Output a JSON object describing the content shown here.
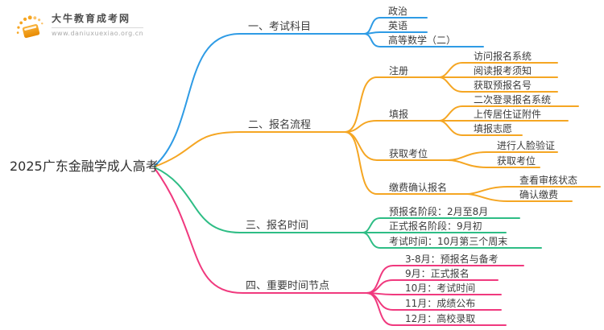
{
  "logo": {
    "title": "大牛教育成考网",
    "url": "www.daniuxuexiao.org.cn"
  },
  "root": {
    "label": "2025广东金融学成人高考"
  },
  "colors": {
    "branch_exam_subjects": "#2E9BE5",
    "branch_registration_process": "#F5A623",
    "branch_registration_time": "#2EBD85",
    "branch_key_dates": "#F0397E",
    "text": "#3C3C3C"
  },
  "branches": [
    {
      "label": "一、考试科目",
      "children": [
        {
          "label": "政治"
        },
        {
          "label": "英语"
        },
        {
          "label": "高等数学（二）"
        }
      ]
    },
    {
      "label": "二、报名流程",
      "children": [
        {
          "label": "注册",
          "children": [
            {
              "label": "访问报名系统"
            },
            {
              "label": "阅读报考须知"
            },
            {
              "label": "获取预报名号"
            }
          ]
        },
        {
          "label": "填报",
          "children": [
            {
              "label": "二次登录报名系统"
            },
            {
              "label": "上传居住证附件"
            },
            {
              "label": "填报志愿"
            }
          ]
        },
        {
          "label": "获取考位",
          "children": [
            {
              "label": "进行人脸验证"
            },
            {
              "label": "获取考位"
            }
          ]
        },
        {
          "label": "缴费确认报名",
          "children": [
            {
              "label": "查看审核状态"
            },
            {
              "label": "确认缴费"
            }
          ]
        }
      ]
    },
    {
      "label": "三、报名时间",
      "children": [
        {
          "label": "预报名阶段：2月至8月"
        },
        {
          "label": "正式报名阶段：9月初"
        },
        {
          "label": "考试时间：10月第三个周末"
        }
      ]
    },
    {
      "label": "四、重要时间节点",
      "children": [
        {
          "label": "3-8月：预报名与备考"
        },
        {
          "label": "9月：正式报名"
        },
        {
          "label": "10月：考试时间"
        },
        {
          "label": "11月：成绩公布"
        },
        {
          "label": "12月：高校录取"
        }
      ]
    }
  ]
}
